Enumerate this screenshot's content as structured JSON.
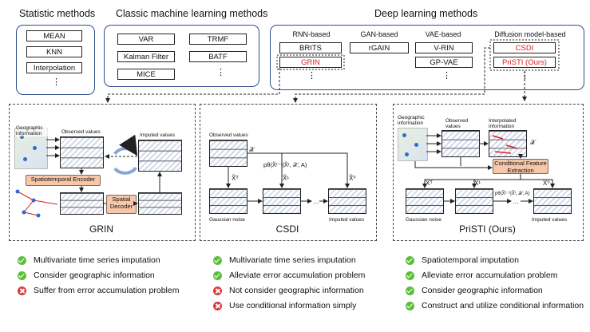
{
  "stat": {
    "title": "Statistic methods",
    "items": [
      "MEAN",
      "KNN",
      "Interpolation"
    ],
    "more": "⋮"
  },
  "classic": {
    "title": "Classic machine learning methods",
    "left": [
      "VAR",
      "Kalman Filter",
      "MICE"
    ],
    "right": [
      "TRMF",
      "BATF"
    ],
    "more": "⋮"
  },
  "deep": {
    "title": "Deep learning methods",
    "rnn": {
      "label": "RNN-based",
      "items": [
        "BRITS",
        "GRIN"
      ],
      "more": "⋮"
    },
    "gan": {
      "label": "GAN-based",
      "items": [
        "rGAIN"
      ]
    },
    "vae": {
      "label": "VAE-based",
      "items": [
        "V-RIN",
        "GP-VAE"
      ],
      "more": "⋮"
    },
    "diff": {
      "label": "Diffusion model-based",
      "items": [
        "CSDI",
        "PriSTI (Ours)"
      ],
      "more": "⋮"
    }
  },
  "grin": {
    "title": "GRIN",
    "geo": "Geographic information",
    "observed": "Observed values",
    "imputed": "Imputed values",
    "encoder": "Spatiotemporal Encoder",
    "decoder": "Spatial Decoder",
    "bullets": [
      {
        "ok": true,
        "text": "Multivariate time series imputation"
      },
      {
        "ok": true,
        "text": "Consider geographic information"
      },
      {
        "ok": false,
        "text": "Suffer from error accumulation problem"
      }
    ]
  },
  "csdi": {
    "title": "CSDI",
    "observed": "Observed values",
    "noise": "Gaussian noise",
    "imputed": "Imputed values",
    "formula": "pθ(X̃ᵗ⁻¹|X̃ᵗ, 𝒳, A)",
    "x": "𝒳",
    "xT": "X̃ᵀ",
    "x1": "X̃¹",
    "x0": "X̃⁰",
    "bullets": [
      {
        "ok": true,
        "text": "Multivariate time series imputation"
      },
      {
        "ok": true,
        "text": "Alleviate error accumulation problem"
      },
      {
        "ok": false,
        "text": "Not consider geographic information"
      },
      {
        "ok": false,
        "text": "Use conditional information simply"
      }
    ]
  },
  "pristi": {
    "title": "PriSTI (Ours)",
    "geo": "Geographic information",
    "observed": "Observed values",
    "interp": "Interpolated information",
    "cfe": "Conditional Feature Extraction",
    "noise": "Gaussian noise",
    "imputed": "Imputed values",
    "x": "𝒳",
    "xT": "X̃ᵀ",
    "x1": "X̃¹",
    "x0": "X̃⁰",
    "formula": "pθ(X̃ᵗ⁻¹|X̃ᵗ, 𝒳, A)",
    "bullets": [
      {
        "ok": true,
        "text": "Spatiotemporal imputation"
      },
      {
        "ok": true,
        "text": "Alleviate error accumulation problem"
      },
      {
        "ok": true,
        "text": "Consider geographic information"
      },
      {
        "ok": true,
        "text": "Construct and utilize conditional information"
      }
    ]
  },
  "colors": {
    "frame": "#2f4d8c",
    "highlight": "#d62020",
    "orange": "#f6c7a8",
    "ok": "#5bbf3a",
    "bad": "#d83a3a"
  }
}
